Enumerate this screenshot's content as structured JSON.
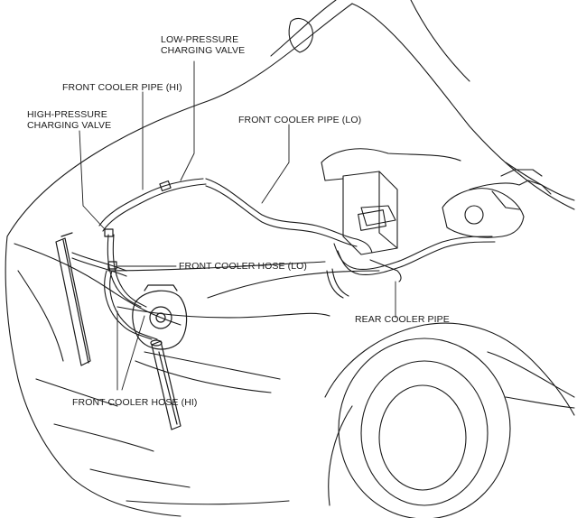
{
  "labels": {
    "low_pressure_valve": {
      "line1": "LOW-PRESSURE",
      "line2": "CHARGING VALVE"
    },
    "front_cooler_pipe_hi": "FRONT COOLER PIPE (HI)",
    "high_pressure_valve": {
      "line1": "HIGH-PRESSURE",
      "line2": "CHARGING VALVE"
    },
    "front_cooler_pipe_lo": "FRONT COOLER PIPE (LO)",
    "front_cooler_hose_lo": "FRONT COOLER HOSE (LO)",
    "rear_cooler_pipe": "REAR COOLER PIPE",
    "front_cooler_hose_hi": "FRONT COOLER HOSE (HI)"
  },
  "colors": {
    "line": "#1a1a1a",
    "background": "#ffffff"
  }
}
